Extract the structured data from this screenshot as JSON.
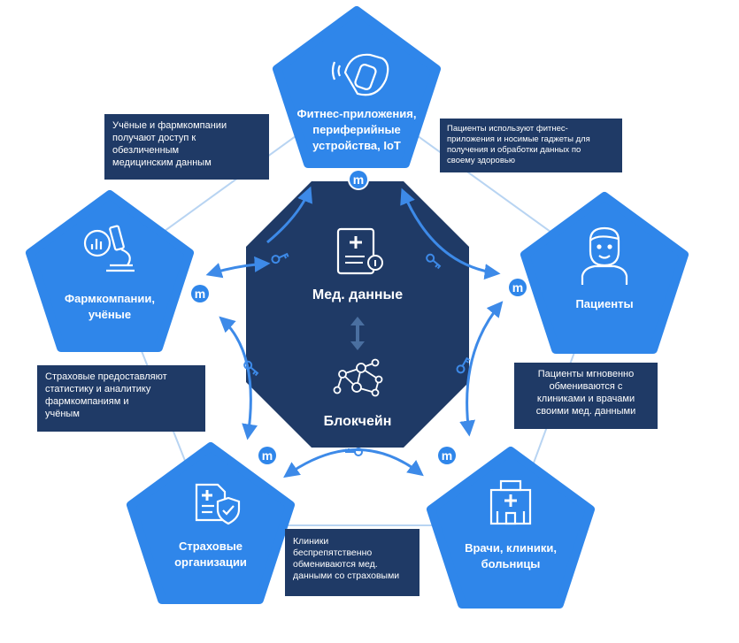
{
  "center": {
    "top_label": "Мед. данные",
    "bottom_label": "Блокчейн"
  },
  "nodes": [
    {
      "id": "fitness",
      "lines": [
        "Фитнес-приложения,",
        "периферийные",
        "устройства, IoT"
      ],
      "icon": "fitness-band-icon"
    },
    {
      "id": "patients",
      "lines": [
        "Пациенты"
      ],
      "icon": "patient-avatar-icon"
    },
    {
      "id": "doctors",
      "lines": [
        "Врачи, клиники,",
        "больницы"
      ],
      "icon": "hospital-icon"
    },
    {
      "id": "insurance",
      "lines": [
        "Страховые",
        "организации"
      ],
      "icon": "insurance-document-icon"
    },
    {
      "id": "pharma",
      "lines": [
        "Фармкомпании,",
        "учёные"
      ],
      "icon": "microscope-icon"
    }
  ],
  "notes": [
    {
      "id": "pharma-access",
      "lines": [
        "Учёные и фармкомпании",
        "получают доступ к",
        "обезличенным",
        "медицинским данным"
      ]
    },
    {
      "id": "fitness-use",
      "lines": [
        "Пациенты используют фитнес-",
        "приложения  и носимые гаджеты для",
        "получения и обработки данных по",
        "своему здоровью"
      ]
    },
    {
      "id": "patients-exchange",
      "lines": [
        "Пациенты мгновенно",
        "обмениваются с",
        "клиниками и врачами",
        "своими мед. данными"
      ]
    },
    {
      "id": "clinics-exchange",
      "lines": [
        "Клиники",
        "беспрепятственно",
        "обмениваются мед.",
        "данными со страховыми"
      ]
    },
    {
      "id": "insurance-stats",
      "lines": [
        "Страховые предоставляют",
        "статистику и аналитику",
        "фармкомпаниям  и",
        "учёным"
      ]
    }
  ],
  "token_symbol": "m",
  "colors": {
    "pentagon": "#2f86ea",
    "octagon": "#1f3a66",
    "note": "#1f3a66",
    "arrow": "#3d8ae8",
    "ring": "#b8d4f2",
    "text_on_dark": "#ffffff"
  }
}
